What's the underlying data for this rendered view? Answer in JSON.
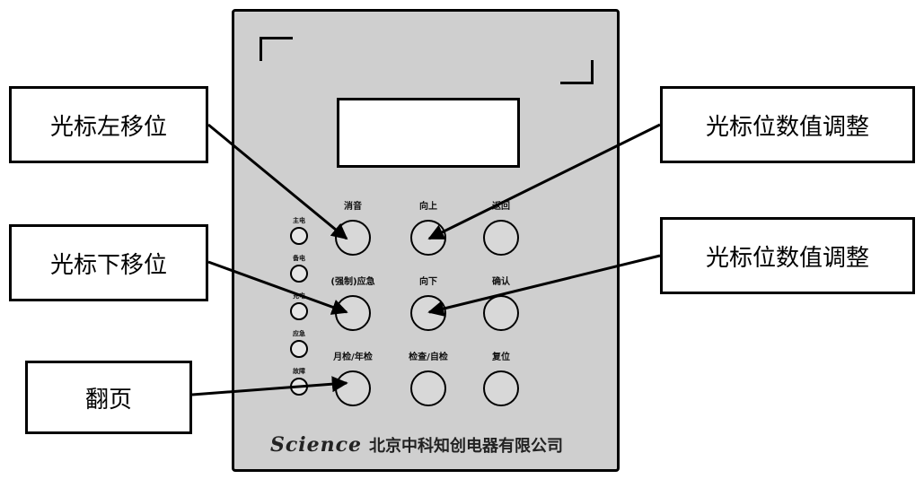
{
  "callouts": {
    "cursor_left": "光标左移位",
    "cursor_down": "光标下移位",
    "page_turn": "翻页",
    "value_adjust_up": "光标位数值调整",
    "value_adjust_down": "光标位数值调整"
  },
  "panel": {
    "buttons": {
      "mute": "消音",
      "up": "向上",
      "back": "返回",
      "force_emergency": "(强制)应急",
      "down": "向下",
      "confirm": "确认",
      "monthly_yearly": "月检/年检",
      "check_self": "检查/自检",
      "reset": "复位"
    },
    "indicators": {
      "main_power": "主电",
      "backup_power": "备电",
      "charge": "充电",
      "emergency": "应急",
      "fault": "故障"
    },
    "brand": {
      "logo": "Science",
      "company": "北京中科知创电器有限公司"
    }
  }
}
